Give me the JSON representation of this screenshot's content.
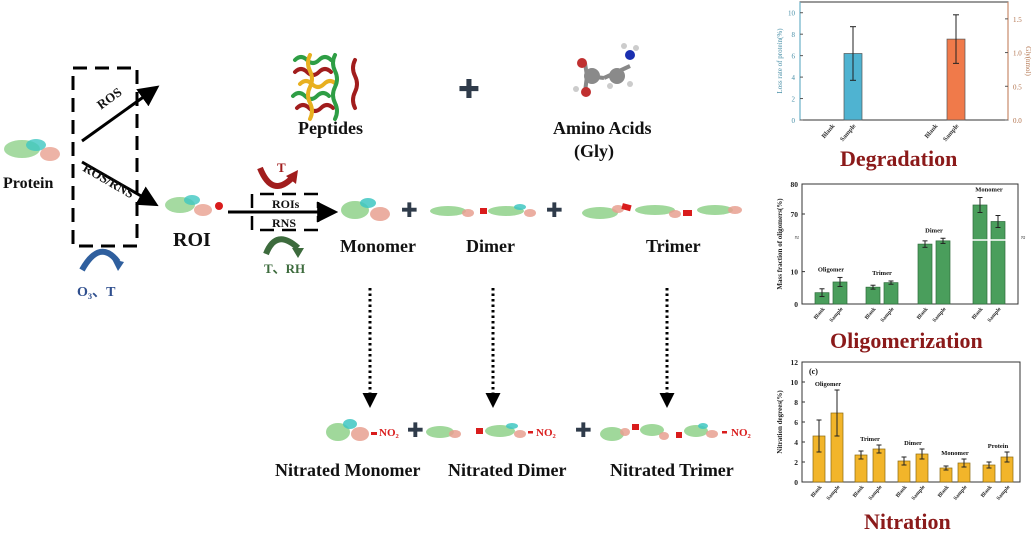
{
  "diagram": {
    "protein_label": "Protein",
    "roi_label": "ROI",
    "ros_label": "ROS",
    "ros_rns_label": "ROS/RNS",
    "o3_t_label": "O₃、T",
    "peptides_label": "Peptides",
    "amino_acids_label": "Amino Acids",
    "gly_label": "(Gly)",
    "plus": "✚",
    "t_label": "T",
    "rois_label": "ROIs",
    "rns_label": "RNS",
    "t_rh_label": "T、RH",
    "monomer_label": "Monomer",
    "dimer_label": "Dimer",
    "trimer_label": "Trimer",
    "no2_label": "NO₂",
    "nitrated_monomer_label": "Nitrated Monomer",
    "nitrated_dimer_label": "Nitrated Dimer",
    "nitrated_trimer_label": "Nitrated Trimer",
    "colors": {
      "ros_arrow_top": "#a11d1d",
      "ros_arrow_bottom": "#3d6b3d",
      "o3_arrow": "#2f5f9e",
      "t_rh_text": "#3d6b3d",
      "o3_text": "#2f4f8e",
      "crosslink": "#d91c1c"
    }
  },
  "chart_data": [
    {
      "type": "bar",
      "title": "Degradation",
      "categories": [
        "Blank",
        "Sample",
        "Blank",
        "Sample"
      ],
      "series": [
        {
          "name": "Loss rate of protein(%)",
          "axis": "left",
          "color": "#4fb3d1",
          "values": [
            0,
            6.2,
            null,
            null
          ],
          "errors": [
            0,
            2.5,
            null,
            null
          ]
        },
        {
          "name": "Gly(nmol)",
          "axis": "right",
          "color": "#f07a4a",
          "values": [
            null,
            null,
            0,
            1.2
          ],
          "errors": [
            null,
            null,
            0,
            0.36
          ]
        }
      ],
      "ylabel": "Loss rate of protein(%)",
      "y2label": "Gly(nmol)",
      "ylim": [
        0,
        11
      ],
      "y2lim": [
        0,
        1.75
      ],
      "yticks": [
        "0",
        "2",
        "4",
        "6",
        "8",
        "10"
      ],
      "y2ticks": [
        "0.0",
        "0.5",
        "1.0",
        "1.5"
      ]
    },
    {
      "type": "bar",
      "title": "Oligomerization",
      "groups": [
        "Oligomer",
        "Trimer",
        "Dimer",
        "Monomer"
      ],
      "categories": [
        "Blank",
        "Sample",
        "Blank",
        "Sample",
        "Blank",
        "Sample",
        "Blank",
        "Sample"
      ],
      "values": [
        3.5,
        6.8,
        5.2,
        6.6,
        18.5,
        19.5,
        73,
        67.5
      ],
      "errors": [
        1.2,
        1.4,
        0.6,
        0.5,
        1.0,
        0.8,
        2.5,
        2.0
      ],
      "color": "#4a9e5c",
      "ylabel": "Mass fraction of oligomers(%)",
      "ylim": [
        0,
        80
      ],
      "axis_break": true,
      "yticks": [
        "0",
        "10",
        "70",
        "80"
      ]
    },
    {
      "type": "bar",
      "title": "Nitration",
      "panel_label": "(c)",
      "groups": [
        "Oligomer",
        "Trimer",
        "Dimer",
        "Monomer",
        "Protein"
      ],
      "categories": [
        "Blank",
        "Sample",
        "Blank",
        "Sample",
        "Blank",
        "Sample",
        "Blank",
        "Sample",
        "Blank",
        "Sample"
      ],
      "values": [
        4.6,
        6.9,
        2.7,
        3.3,
        2.1,
        2.8,
        1.4,
        1.9,
        1.7,
        2.5
      ],
      "errors": [
        1.6,
        2.3,
        0.4,
        0.4,
        0.4,
        0.5,
        0.2,
        0.4,
        0.3,
        0.5
      ],
      "color": "#f2b52a",
      "ylabel": "Nitration degrees(%)",
      "ylim": [
        0,
        12
      ],
      "yticks": [
        "0",
        "2",
        "4",
        "6",
        "8",
        "10",
        "12"
      ]
    }
  ]
}
